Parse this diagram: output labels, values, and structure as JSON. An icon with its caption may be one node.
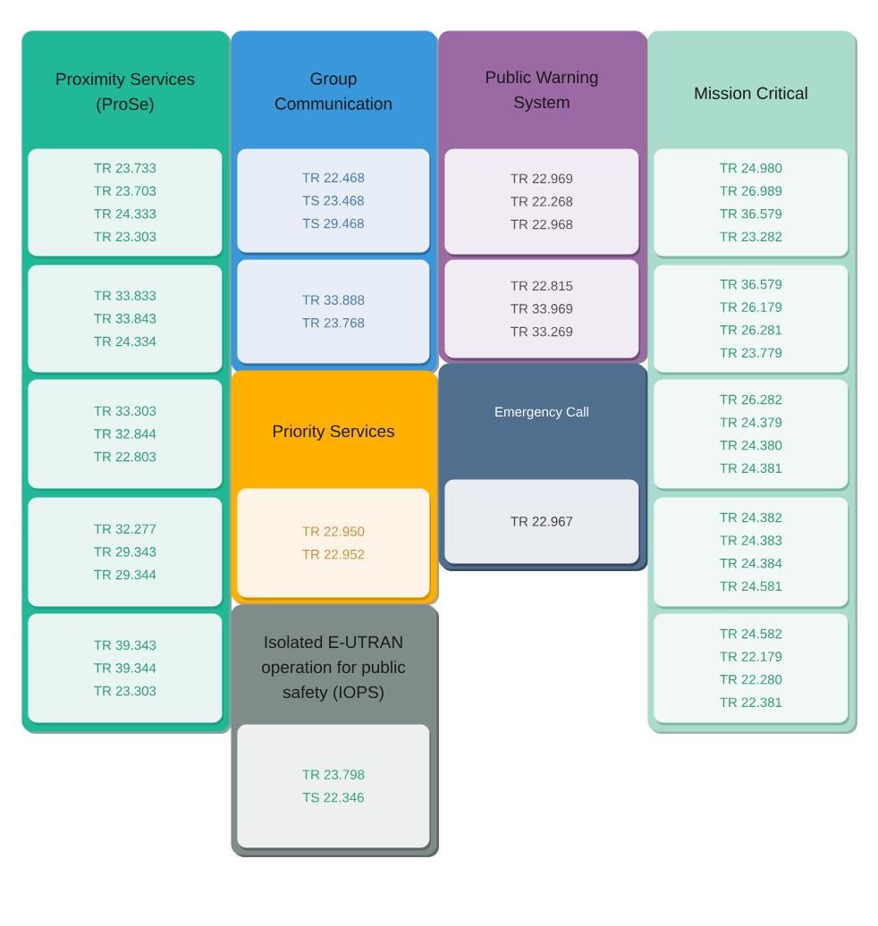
{
  "diagram": {
    "nodes": [
      {
        "text": [
          "Proximity Services (ProSe)"
        ]
      },
      {
        "text": [
          "TR 23.733",
          "TR 23.703",
          "TR 24.333",
          "TR 23.303"
        ],
        "in": 0
      },
      {
        "text": [
          "TR 33.833",
          "TR 33.843",
          "TR 24.334"
        ],
        "in": 0
      },
      {
        "text": [
          "TR 33.303",
          "TR 32.844",
          "TR 22.803"
        ],
        "in": 0
      },
      {
        "text": [
          "TR 32.277",
          "TR 29.343",
          "TR 29.344"
        ],
        "in": 0
      },
      {
        "text": [
          "TR 39.343",
          "TR 39.344",
          "TR 23.303"
        ],
        "in": 0
      },
      {
        "text": [
          "Group Communication"
        ]
      },
      {
        "text": [
          "TR 22.468",
          "TS 23.468",
          "TS 29.468"
        ],
        "in": 6
      },
      {
        "text": [
          "TR 33.888",
          "TR 23.768"
        ],
        "in": 6
      },
      {
        "text": [
          "Priority Services"
        ]
      },
      {
        "text": [
          "TR 22.950",
          "TR 22.952"
        ],
        "in": 9
      },
      {
        "text": [
          "Isolated E-UTRAN operation for public safety (IOPS)"
        ]
      },
      {
        "text": [
          "TR 23.798",
          "TS 22.346"
        ],
        "in": 11
      },
      {
        "text": [
          "Public Warning System"
        ]
      },
      {
        "text": [
          "TR 22.969",
          "TR 22.268",
          "TR 22.968"
        ],
        "in": 13
      },
      {
        "text": [
          "TR 22.815",
          "TR 33.969",
          "TR 33.269"
        ],
        "in": 13
      },
      {
        "text": [
          "Emergency Call"
        ]
      },
      {
        "text": [
          "TR 22.967"
        ],
        "in": 16
      },
      {
        "text": [
          "Mission Critical"
        ]
      },
      {
        "text": [
          "TR 24.980",
          "TR 26.989",
          "TR 36.579",
          "TR 23.282"
        ],
        "in": 18
      },
      {
        "text": [
          "TR 36.579",
          "TR 26.179",
          "TR 26.281",
          "TR 23.779"
        ],
        "in": 18
      },
      {
        "text": [
          "TR 26.282",
          "TR 24.379",
          "TR 24.380",
          "TR 24.381"
        ],
        "in": 18
      },
      {
        "text": [
          "TR 24.382",
          "TR 24.383",
          "TR 24.384",
          "TR 24.581"
        ],
        "in": 18
      },
      {
        "text": [
          "TR 24.582",
          "TR 22.179",
          "TR 22.280",
          "TR 22.381"
        ],
        "in": 18
      }
    ],
    "edges": []
  }
}
